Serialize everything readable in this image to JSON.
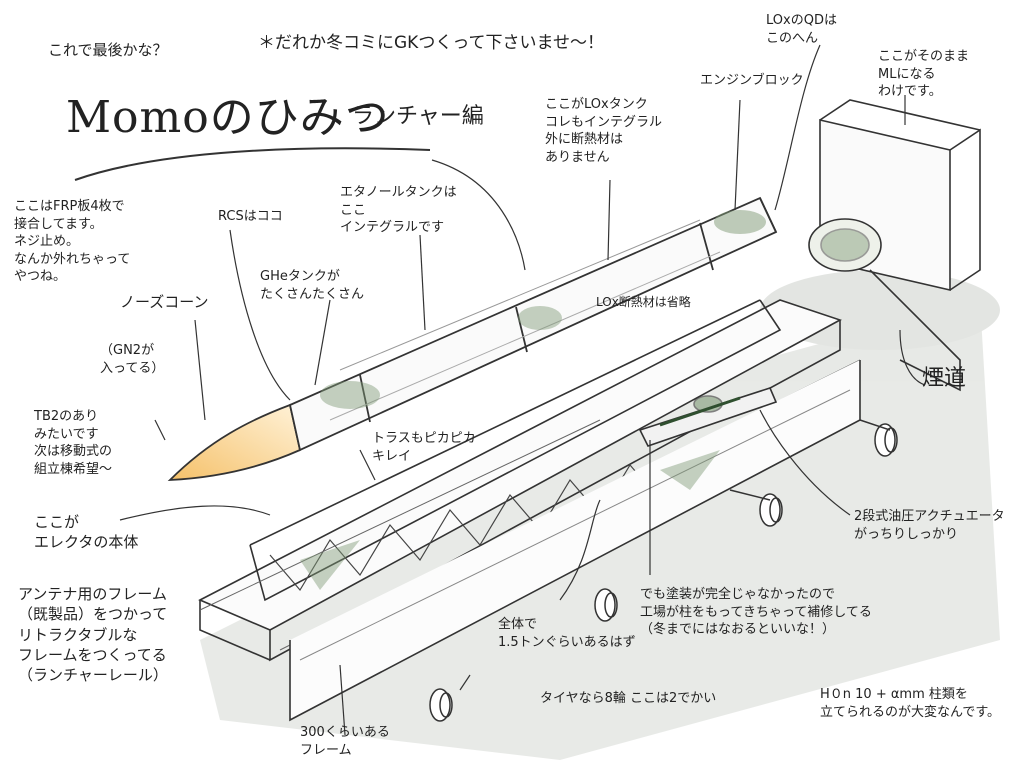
{
  "title": "Momoのひみつ",
  "subtitle": "ランチャー編",
  "notes": {
    "top_question": "これで最後かな？",
    "gk_request": "＊だれか冬コミにGKつくって下さいませ〜！",
    "lox_qd": "LOxのQDは\nこのへん",
    "ml": "ここがそのまま\nMLになる\nわけです。",
    "engine_bay": "エンジンブロック",
    "lox_tank": "ここがLOxタンク\nコレもインテグラル\n外に断熱材は\nありません",
    "ethanol_tank": "エタノールタンクは\nここ\nインテグラルです",
    "fairing_bolts": "ここはFRP板4枚で\n接合してます。\nネジ止め。\nなんか外れちゃって\nやつね。",
    "rcs": "RCSはココ",
    "ghe": "GHeタンクが\nたくさんたくさん",
    "nosecone": "ノーズコーン",
    "gn2": "（GN2が\n入ってる）",
    "tb2": "TB2のあり\nみたいです\n次は移動式の\n組立棟希望〜",
    "truss_clean": "トラスもピカピカ\nキレイ",
    "lox_insulation": "LOx断熱材は省略",
    "main": "ここが\nエレクタの本体",
    "antenna_frame": "アンテナ用のフレーム\n（既製品）をつかって\nリトラクタブルな\nフレームをつくってる\n（ランチャーレール）",
    "flame_duct": "煙道",
    "hydraulic": "2段式油圧アクチュエータ\nがっちりしっかり",
    "paint": "でも塗装が完全じゃなかったので\n工場が柱をもってきちゃって補修してる\n（冬までにはなおるといいな！）",
    "whole": "全体で\n1.5トンぐらいあるはず",
    "h300": "300くらいある\nフレーム",
    "tires": "タイヤなら8輪 ここは2でかい",
    "h10": "H０n 10 + αmm 柱類を\n立てられるのが大変なんです。"
  }
}
